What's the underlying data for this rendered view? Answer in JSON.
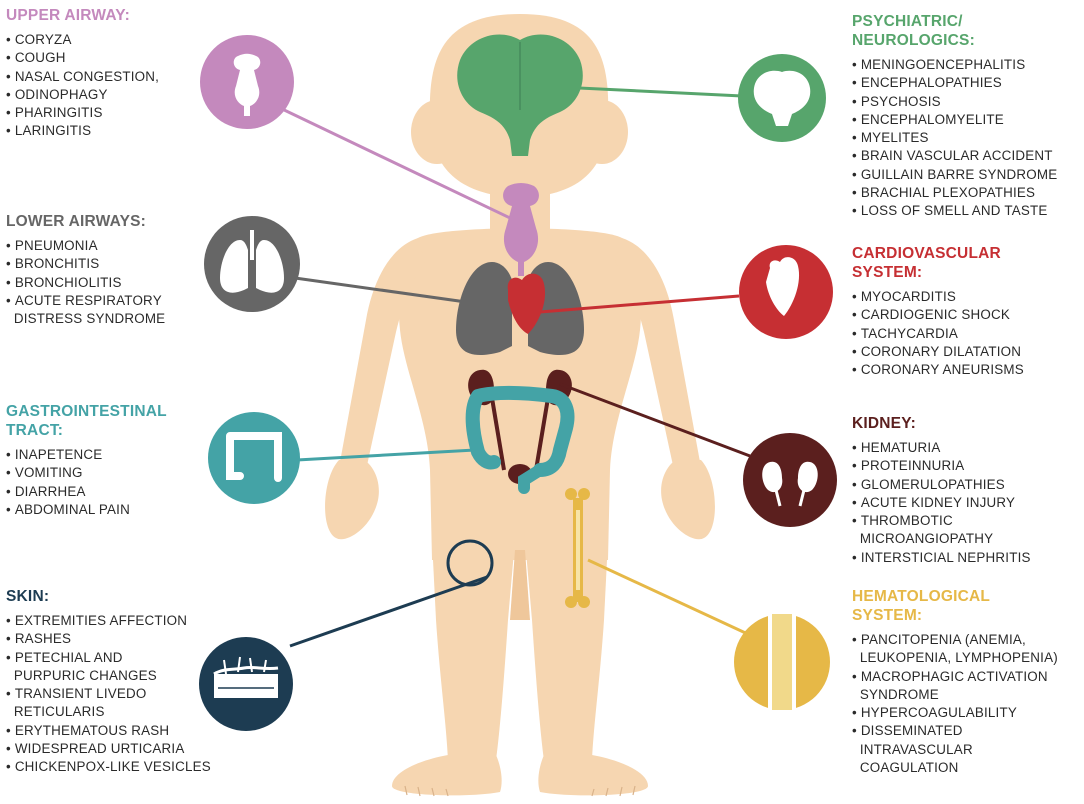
{
  "colors": {
    "skin": "#f6d6b1",
    "skin_dark": "#efc79b",
    "upper_airway": "#c489bd",
    "lower_airways": "#666666",
    "gastrointestinal": "#44a3a6",
    "skin_section": "#1d3c52",
    "neuro": "#57a56c",
    "cardio": "#c62f33",
    "kidney": "#5b1f1e",
    "hemato": "#e6b847"
  },
  "icons": {
    "upper_airway": "upper-airway-icon",
    "lower_airways": "lungs-icon",
    "gastrointestinal": "intestine-icon",
    "skin": "skin-layer-icon",
    "neuro": "brain-icon",
    "cardio": "heart-icon",
    "kidney": "kidneys-icon",
    "hemato": "bone-marrow-icon"
  },
  "sections": {
    "upper_airway": {
      "title": "UPPER AIRWAY:",
      "items": [
        "CORYZA",
        "COUGH",
        "NASAL CONGESTION,",
        "ODINOPHAGY",
        "PHARINGITIS",
        "LARINGITIS"
      ]
    },
    "lower_airways": {
      "title": "LOWER AIRWAYS:",
      "items": [
        "PNEUMONIA",
        "BRONCHITIS",
        "BRONCHIOLITIS",
        "ACUTE RESPIRATORY",
        "DISTRESS SYNDROME"
      ]
    },
    "gastrointestinal": {
      "title_line1": "GASTROINTESTINAL",
      "title_line2": "TRACT:",
      "items": [
        "INAPETENCE",
        "VOMITING",
        "DIARRHEA",
        "ABDOMINAL PAIN"
      ]
    },
    "skin": {
      "title": "SKIN:",
      "items": [
        "EXTREMITIES AFFECTION",
        "RASHES",
        "PETECHIAL AND",
        "PURPURIC CHANGES",
        "TRANSIENT LIVEDO",
        "RETICULARIS",
        "ERYTHEMATOUS RASH",
        "WIDESPREAD URTICARIA",
        "CHICKENPOX-LIKE VESICLES"
      ]
    },
    "neuro": {
      "title_line1": "PSYCHIATRIC/",
      "title_line2": "NEUROLOGICS:",
      "items": [
        "MENINGOENCEPHALITIS",
        "ENCEPHALOPATHIES",
        "PSYCHOSIS",
        "ENCEPHALOMYELITE",
        "MYELITES",
        "BRAIN VASCULAR ACCIDENT",
        "GUILLAIN BARRE SYNDROME",
        "BRACHIAL PLEXOPATHIES",
        "LOSS OF SMELL AND TASTE"
      ]
    },
    "cardio": {
      "title_line1": "CARDIOVASCULAR",
      "title_line2": "SYSTEM:",
      "items": [
        "MYOCARDITIS",
        "CARDIOGENIC SHOCK",
        "TACHYCARDIA",
        "CORONARY DILATATION",
        "CORONARY ANEURISMS"
      ]
    },
    "kidney": {
      "title": "KIDNEY:",
      "items": [
        "HEMATURIA",
        "PROTEINNURIA",
        "GLOMERULOPATHIES",
        "ACUTE KIDNEY INJURY",
        "THROMBOTIC",
        "MICROANGIOPATHY",
        "INTERSTICIAL NEPHRITIS"
      ]
    },
    "hemato": {
      "title_line1": "HEMATOLOGICAL",
      "title_line2": "SYSTEM:",
      "items": [
        "PANCITOPENIA (ANEMIA,",
        "LEUKOPENIA, LYMPHOPENIA)",
        "MACROPHAGIC ACTIVATION",
        "SYNDROME",
        "HYPERCOAGULABILITY",
        "DISSEMINATED",
        "INTRAVASCULAR",
        "COAGULATION"
      ]
    }
  }
}
